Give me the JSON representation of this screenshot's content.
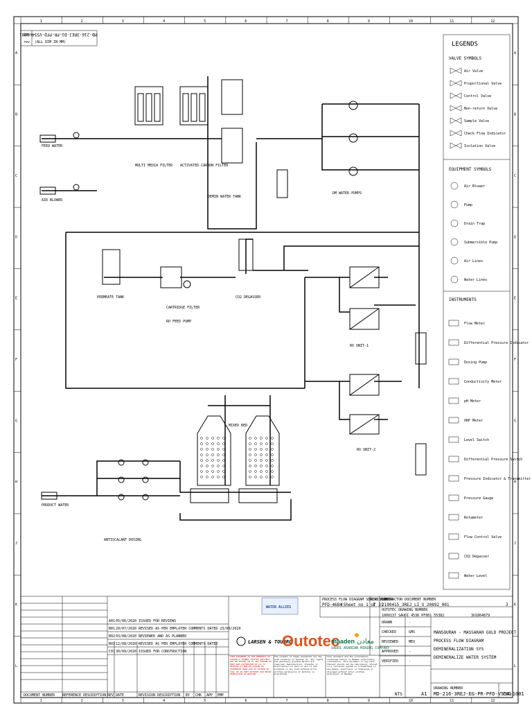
{
  "header": {
    "sheet_ref_1": "1003",
    "sheet_ref_2": "rev",
    "rotated_doc": "MD-216-3REJ-EG-PR-PFD-V554-1001",
    "rotated_sub": "(ALL DIM IN MM)"
  },
  "grid": {
    "columns": [
      "1",
      "2",
      "3",
      "4",
      "5",
      "6",
      "7",
      "8",
      "9",
      "10",
      "11",
      "12"
    ],
    "rows": [
      "A",
      "B",
      "C",
      "D",
      "E",
      "F",
      "G",
      "H",
      "J",
      "K",
      "L"
    ]
  },
  "legend": {
    "title": "LEGENDS",
    "valve_title": "VALVE SYMBOLS",
    "valves": [
      "Air Valve",
      "Proportional Valve",
      "Control Valve",
      "Non-return Valve",
      "Sample Valve",
      "Check Flow Indicator",
      "Isolation Valve"
    ],
    "equipment_title": "EQUIPMENT SYMBOLS",
    "equipment": [
      "Air Blower",
      "Pump",
      "Drain Trap",
      "Submersible Pump",
      "Air Lines",
      "Water Lines"
    ],
    "instrument_title": "INSTRUMENTS",
    "instruments": [
      "Flow Meter",
      "Differential Pressure Indicator",
      "Dosing Pump",
      "Conductivity Meter",
      "pH Meter",
      "ORP Meter",
      "Level Switch",
      "Differential Pressure Switch",
      "Pressure Indicator & Transmitter",
      "Pressure Gauge",
      "Rotameter",
      "Flow Control Valve",
      "CO2 Degasser",
      "Water Level"
    ]
  },
  "revisions": [
    {
      "rev": "C01",
      "date": "30/09/2020",
      "desc": "ISSUED FOR CONSTRUCTION"
    },
    {
      "rev": "B03",
      "date": "12/08/2020",
      "desc": "REVISED AS PER EMPLOYER COMMENTS DATED"
    },
    {
      "rev": "B02",
      "date": "03/08/2020",
      "desc": "REVIEWED AND AS PLANNED"
    },
    {
      "rev": "B01",
      "date": "20/07/2020",
      "desc": "REVISED AS PER EMPLOYER COMMENTS DATED 23/06/2020"
    },
    {
      "rev": "A01",
      "date": "05/06/2020",
      "desc": "ISSUED FOR REVIEWS"
    }
  ],
  "rev_headers": {
    "rev": "REV",
    "date": "DATE",
    "desc": "REVISION DESCRIPTION",
    "by": "BY",
    "chk": "CHK",
    "app": "APP",
    "emp": "EMP"
  },
  "doc_headers": {
    "doc_number": "DOCUMENT NUMBER",
    "ref_desc": "REFERENCE DESCRIPTION"
  },
  "title_block": {
    "pfd_ref_label": "PROCESS FLOW DIAGRAM SERIAL NUMBER",
    "pfd_ref": "PFD-4684",
    "sheet": "(Sheet no 1 of 3)",
    "rev_label": "REVISION",
    "rev_val": "1",
    "contractor_doc_label": "CONTRACTOR DOCUMENT NUMBER",
    "contractor_doc": "2190415_3REJ_LI_V_20892_001",
    "outotec_doc_label": "OUTOTEC DRAWING NUMBER",
    "outotec_doc": "1000137   SAUDI   4536   PF801   55382",
    "document_id": "3U1864879",
    "revision_no": "3",
    "project_1": "MANSOURAH - MASSARAH GOLD PROJECT",
    "project_2": "PROCESS FLOW DIAGRAM",
    "project_3": "DEMINERALIZATION SYS",
    "project_4": "DEMINERALIZE WATER SYSTEM",
    "drawing_no_label": "DRAWING NUMBER",
    "drawing_no": "MD-216-3REJ-EG-PR-PFD-V554-1001",
    "drawing_rev": "C01",
    "scale": "NTS",
    "size": "A1",
    "rows": [
      "DRAWN",
      "CHECKED",
      "REVIEWED",
      "APPROVED",
      "VERIFIED"
    ],
    "initials": [
      "-",
      "GMS",
      "MEO",
      "-",
      "-"
    ]
  },
  "logos": {
    "water_co": "WATER ALLIES",
    "larsen": "LARSEN & TOUBRO",
    "outotec": "Outotec",
    "maaden": "maaden",
    "maaden_ar": "معادن",
    "maaden_sub": "SAUDI ARABIAN MINING COMPANY"
  },
  "notes": {
    "red_note": "THIS DOCUMENT IS THE PROPERTY OF LARSEN & TOUBRO LIMITED AND MUST NOT BE PASSED ON TO ANY PERSON OR BODY NOT AUTHORISED BY US TO RECEIVE IT NOR BE COPIED OR OTHERWISE MADE USE OF EITHER IN FULL OR IN PART WITHOUT OUR PRIOR PERMISSION IN WRITING",
    "ou_note": "The content of these documents are the sole property of Outotec Oy. Any rights not expressly granted herein are reserved. Reproduction, transfer or distribution of part or all of the contents in any form without prior written permission of Outotec is prohibited.",
    "ma_note": "This document and the information contained herein is Maaden proprietary information. This document or any part thereof should not be reproduced, stored in a retrieval system or transmitted in any means, electronic or otherwise or divulged without prior written permission of Maaden."
  },
  "tags": {
    "t1": "FEED WATER",
    "t2": "AIR BLOWER",
    "t3": "MULTI MEDIA FILTER",
    "t4": "ACTIVATED CARBON FILTER",
    "t5": "CARTRIDGE FILTER",
    "t6": "RO FEED PUMP",
    "t7": "RO UNIT-1",
    "t8": "RO UNIT-2",
    "t9": "PERMEATE TANK",
    "t10": "MIXED BED",
    "t11": "DEMIN WATER TANK",
    "t12": "DM WATER PUMPS",
    "t13": "CO2 DEGASSER",
    "t14": "ANTISCALANT DOSING",
    "t15": "PRODUCT WATER"
  }
}
